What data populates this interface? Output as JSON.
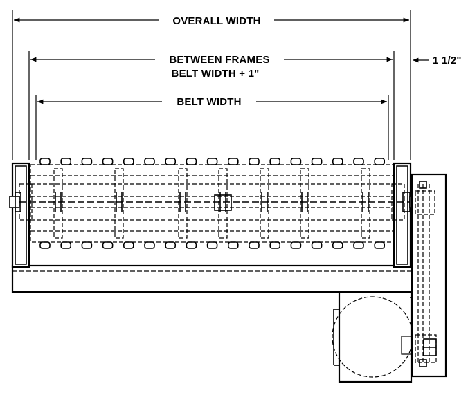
{
  "dimensions": {
    "overall_width": "OVERALL WIDTH",
    "between_frames": "BETWEEN FRAMES",
    "between_frames_note": "BELT WIDTH + 1\"",
    "belt_width": "BELT WIDTH",
    "side_offset": "1 1/2\""
  },
  "colors": {
    "line": "#000000",
    "background": "#ffffff"
  }
}
